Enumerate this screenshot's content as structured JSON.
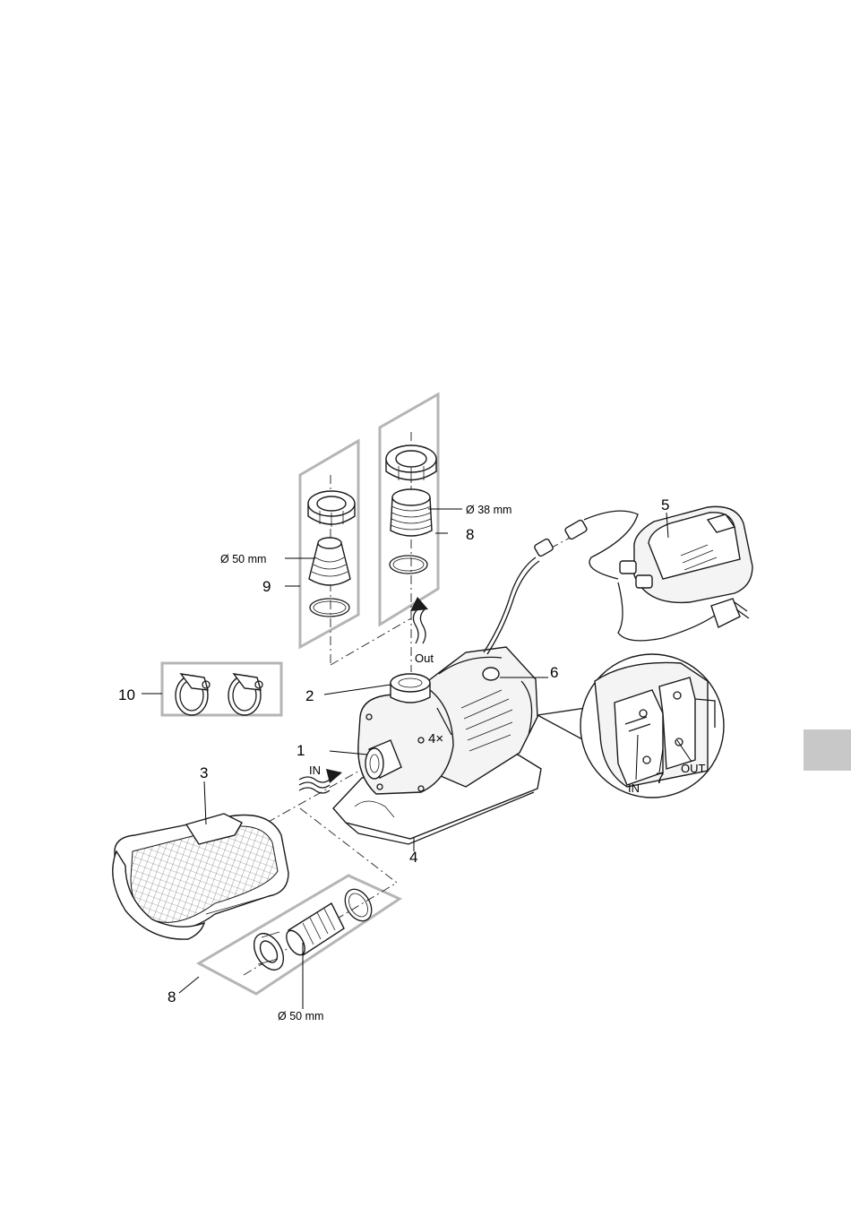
{
  "figure": {
    "callouts": {
      "c1": "1",
      "c2": "2",
      "c3": "3",
      "c4": "4",
      "c5": "5",
      "c6": "6",
      "c7": "7",
      "c8_top": "8",
      "c8_bottom": "8",
      "c9": "9",
      "c10": "10",
      "screws": "4×"
    },
    "dimensions": {
      "top_fitting": "Ø 38 mm",
      "left_fitting": "Ø 50 mm",
      "bottom_fitting": "Ø 50 mm"
    },
    "flow_labels": {
      "outlet": "Out",
      "inlet": "IN"
    },
    "detail_labels": {
      "in": "IN",
      "out": "OUT"
    }
  },
  "side_tab_color": "#c8c8c8"
}
